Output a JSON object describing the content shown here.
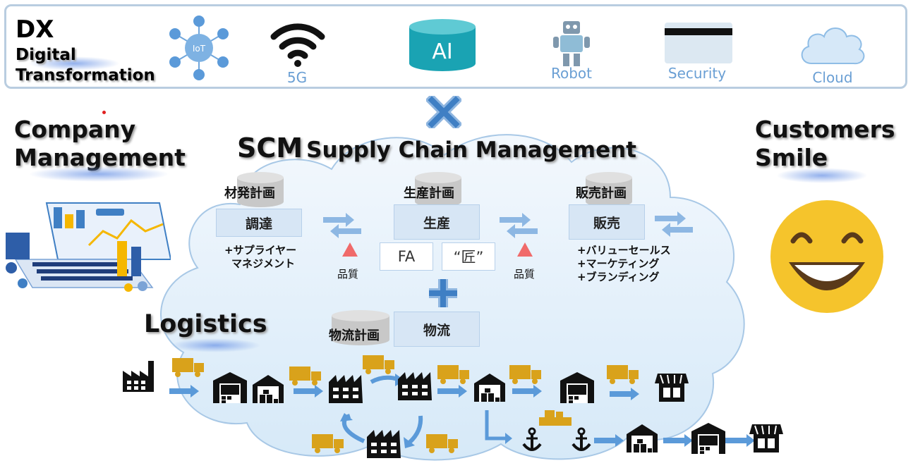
{
  "dx": {
    "title": "DX",
    "subtitle_line1": "Digital",
    "subtitle_line2": "Transformation",
    "iot_label": "IoT",
    "ai_label": "AI",
    "items": [
      "5G",
      "Robot",
      "Security",
      "Cloud"
    ]
  },
  "company": {
    "line1": "Company",
    "line2": "Management"
  },
  "customers": {
    "line1": "Customers",
    "line2": "Smile"
  },
  "scm": {
    "title_main": "SCM",
    "title_rest": "Supply Chain Management",
    "procurement": {
      "plan": "材発計画",
      "box": "調達",
      "note_line1": "+サプライヤー",
      "note_line2": "マネジメント"
    },
    "production": {
      "plan": "生産計画",
      "box": "生産",
      "fa": "FA",
      "takumi": "“匠”"
    },
    "sales": {
      "plan": "販売計画",
      "box": "販売",
      "note_line1": "+バリューセールス",
      "note_line2": "+マーケティング",
      "note_line3": "+ブランディング"
    },
    "quality_label": "品質",
    "logistics": {
      "plan": "物流計画",
      "box": "物流"
    }
  },
  "logistics_label": "Logistics",
  "colors": {
    "accent_blue": "#3f7fc4",
    "truck_gold": "#d9a21b",
    "ai_teal": "#1aa3b3",
    "quality_red": "#f06a6a",
    "smile_yellow": "#f5c42c"
  }
}
